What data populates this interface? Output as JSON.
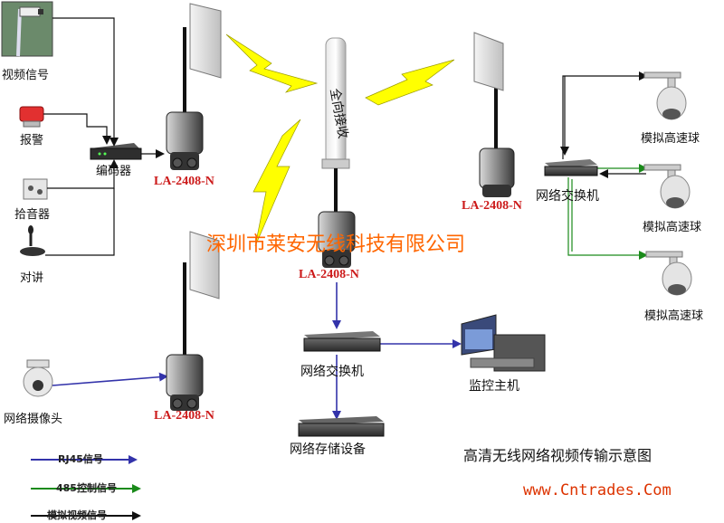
{
  "diagram": {
    "title": "高清无线网络视频传输示意图",
    "watermark": "深圳市莱安无线科技有限公司",
    "website": "www.Cntrades.Com",
    "omni_label": "全向接收",
    "model_name": "LA-2408-N",
    "sources": {
      "video": "视频信号",
      "alarm": "报警",
      "pickup": "拾音器",
      "intercom": "对讲",
      "encoder": "编码器",
      "ip_camera": "网络摄像头"
    },
    "right_side": {
      "switch": "网络交换机",
      "dome1": "模拟高速球",
      "dome2": "模拟高速球",
      "dome3": "模拟高速球"
    },
    "center": {
      "switch": "网络交换机",
      "monitor": "监控主机",
      "storage": "网络存储设备"
    },
    "legend": {
      "rj45": "RJ45信号",
      "ctrl485": "485控制信号",
      "analog": "模拟视频信号"
    },
    "colors": {
      "rj45": "#3333aa",
      "ctrl485": "#1a8a1a",
      "analog": "#111111",
      "model": "#cc1a1a",
      "watermark": "#ff6600",
      "bolt": "#ffff00",
      "website": "#dd3300"
    }
  }
}
